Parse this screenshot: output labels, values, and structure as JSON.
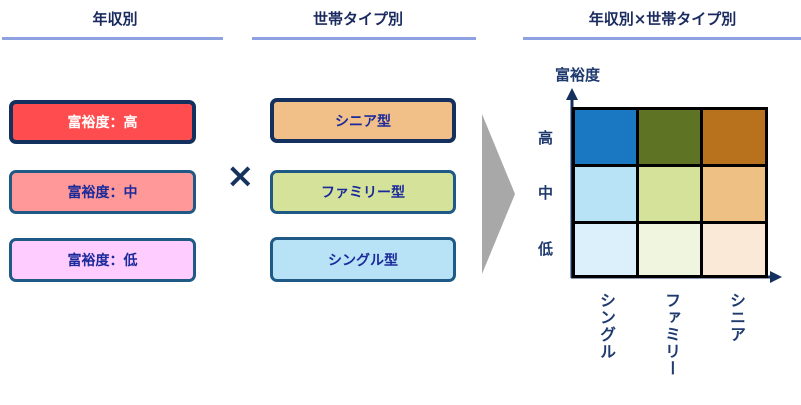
{
  "headings": {
    "income": "年収別",
    "household": "世帯タイプ別",
    "combined": "年収別×世帯タイプ別"
  },
  "income_boxes": [
    {
      "label": "富裕度：高",
      "fill": "#ff4d4f",
      "border": "#14305e",
      "text_color": "#ffffff"
    },
    {
      "label": "富裕度：中",
      "fill": "#ff9898",
      "border": "#1f5a86",
      "text_color": "#1b2a9a"
    },
    {
      "label": "富裕度：低",
      "fill": "#ffccff",
      "border": "#1f5a86",
      "text_color": "#1b2a9a"
    }
  ],
  "times_symbol": "×",
  "household_boxes": [
    {
      "label": "シニア型",
      "fill": "#f0c088",
      "border": "#14305e",
      "text_color": "#1b2a9a"
    },
    {
      "label": "ファミリー型",
      "fill": "#d4e29a",
      "border": "#1f5a86",
      "text_color": "#1b2a9a"
    },
    {
      "label": "シングル型",
      "fill": "#b8e2f6",
      "border": "#1f5a86",
      "text_color": "#1b2a9a"
    }
  ],
  "matrix": {
    "y_axis_title": "富裕度",
    "y_labels": [
      "高",
      "中",
      "低"
    ],
    "x_labels": [
      "シングル",
      "ファミリー",
      "シニア"
    ],
    "cells": [
      [
        "#1a78c2",
        "#5f7324",
        "#b8721e"
      ],
      [
        "#b8e2f6",
        "#d4e29a",
        "#eec084"
      ],
      [
        "#dcf0fb",
        "#eff5df",
        "#f9e9d6"
      ]
    ]
  },
  "colors": {
    "heading_text": "#1a2a5e",
    "rule": "#8ea2e2",
    "arrow": "#a8a8a8",
    "axis": "#14305e"
  }
}
